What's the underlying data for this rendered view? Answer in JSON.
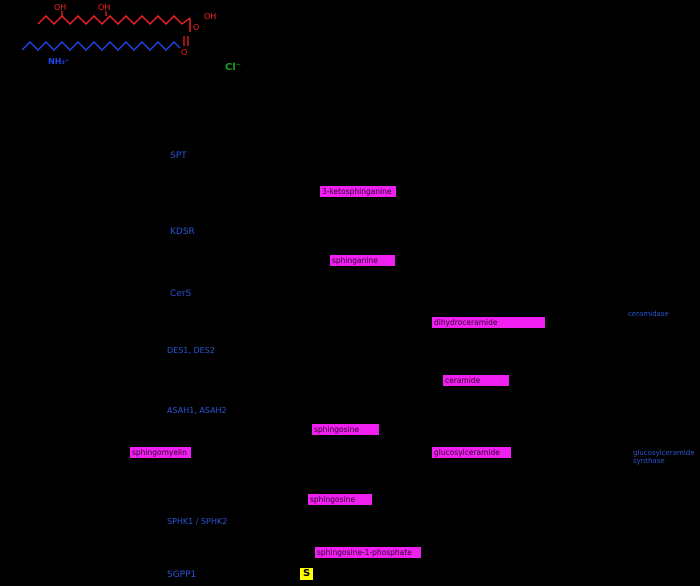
{
  "canvas": {
    "background": "#000000"
  },
  "structure": {
    "oh_top_left": "OH",
    "oh_top_right": "OH",
    "o_ester": "O",
    "oh_right": "OH",
    "o_carbonyl": "O",
    "amine_label": "NH₃⁺",
    "chloride_label": "Cl⁻",
    "colors": {
      "red": "#ff2222",
      "blue": "#2244ee",
      "green": "#1aa01a"
    }
  },
  "enzymes": [
    {
      "label": "SPT"
    },
    {
      "label": "KDSR"
    },
    {
      "label": "CerS"
    },
    {
      "label": "DES1, DES2"
    },
    {
      "label": "ASAH1, ASAH2"
    },
    {
      "label": "SPHK1 / SPHK2"
    },
    {
      "label": "SGPP1"
    }
  ],
  "compounds": [
    {
      "label": "3-ketosphinganine"
    },
    {
      "label": "sphinganine"
    },
    {
      "label": "dihydroceramide"
    },
    {
      "label": "ceramide"
    },
    {
      "label": "sphingosine"
    },
    {
      "label": "sphingomyelin"
    },
    {
      "label": "glucosylceramide"
    },
    {
      "label": "sphingosine"
    },
    {
      "label": "sphingosine-1-phosphate"
    }
  ],
  "side_notes": [
    {
      "label": "ceramidase"
    },
    {
      "label": "glucosylceramide",
      "label2": "synthase"
    }
  ],
  "find_highlight": {
    "text": "S"
  },
  "accent_colors": {
    "link_blue": "#2b55d4",
    "compound_magenta": "#f020f0",
    "highlight_yellow": "#ffff00"
  }
}
